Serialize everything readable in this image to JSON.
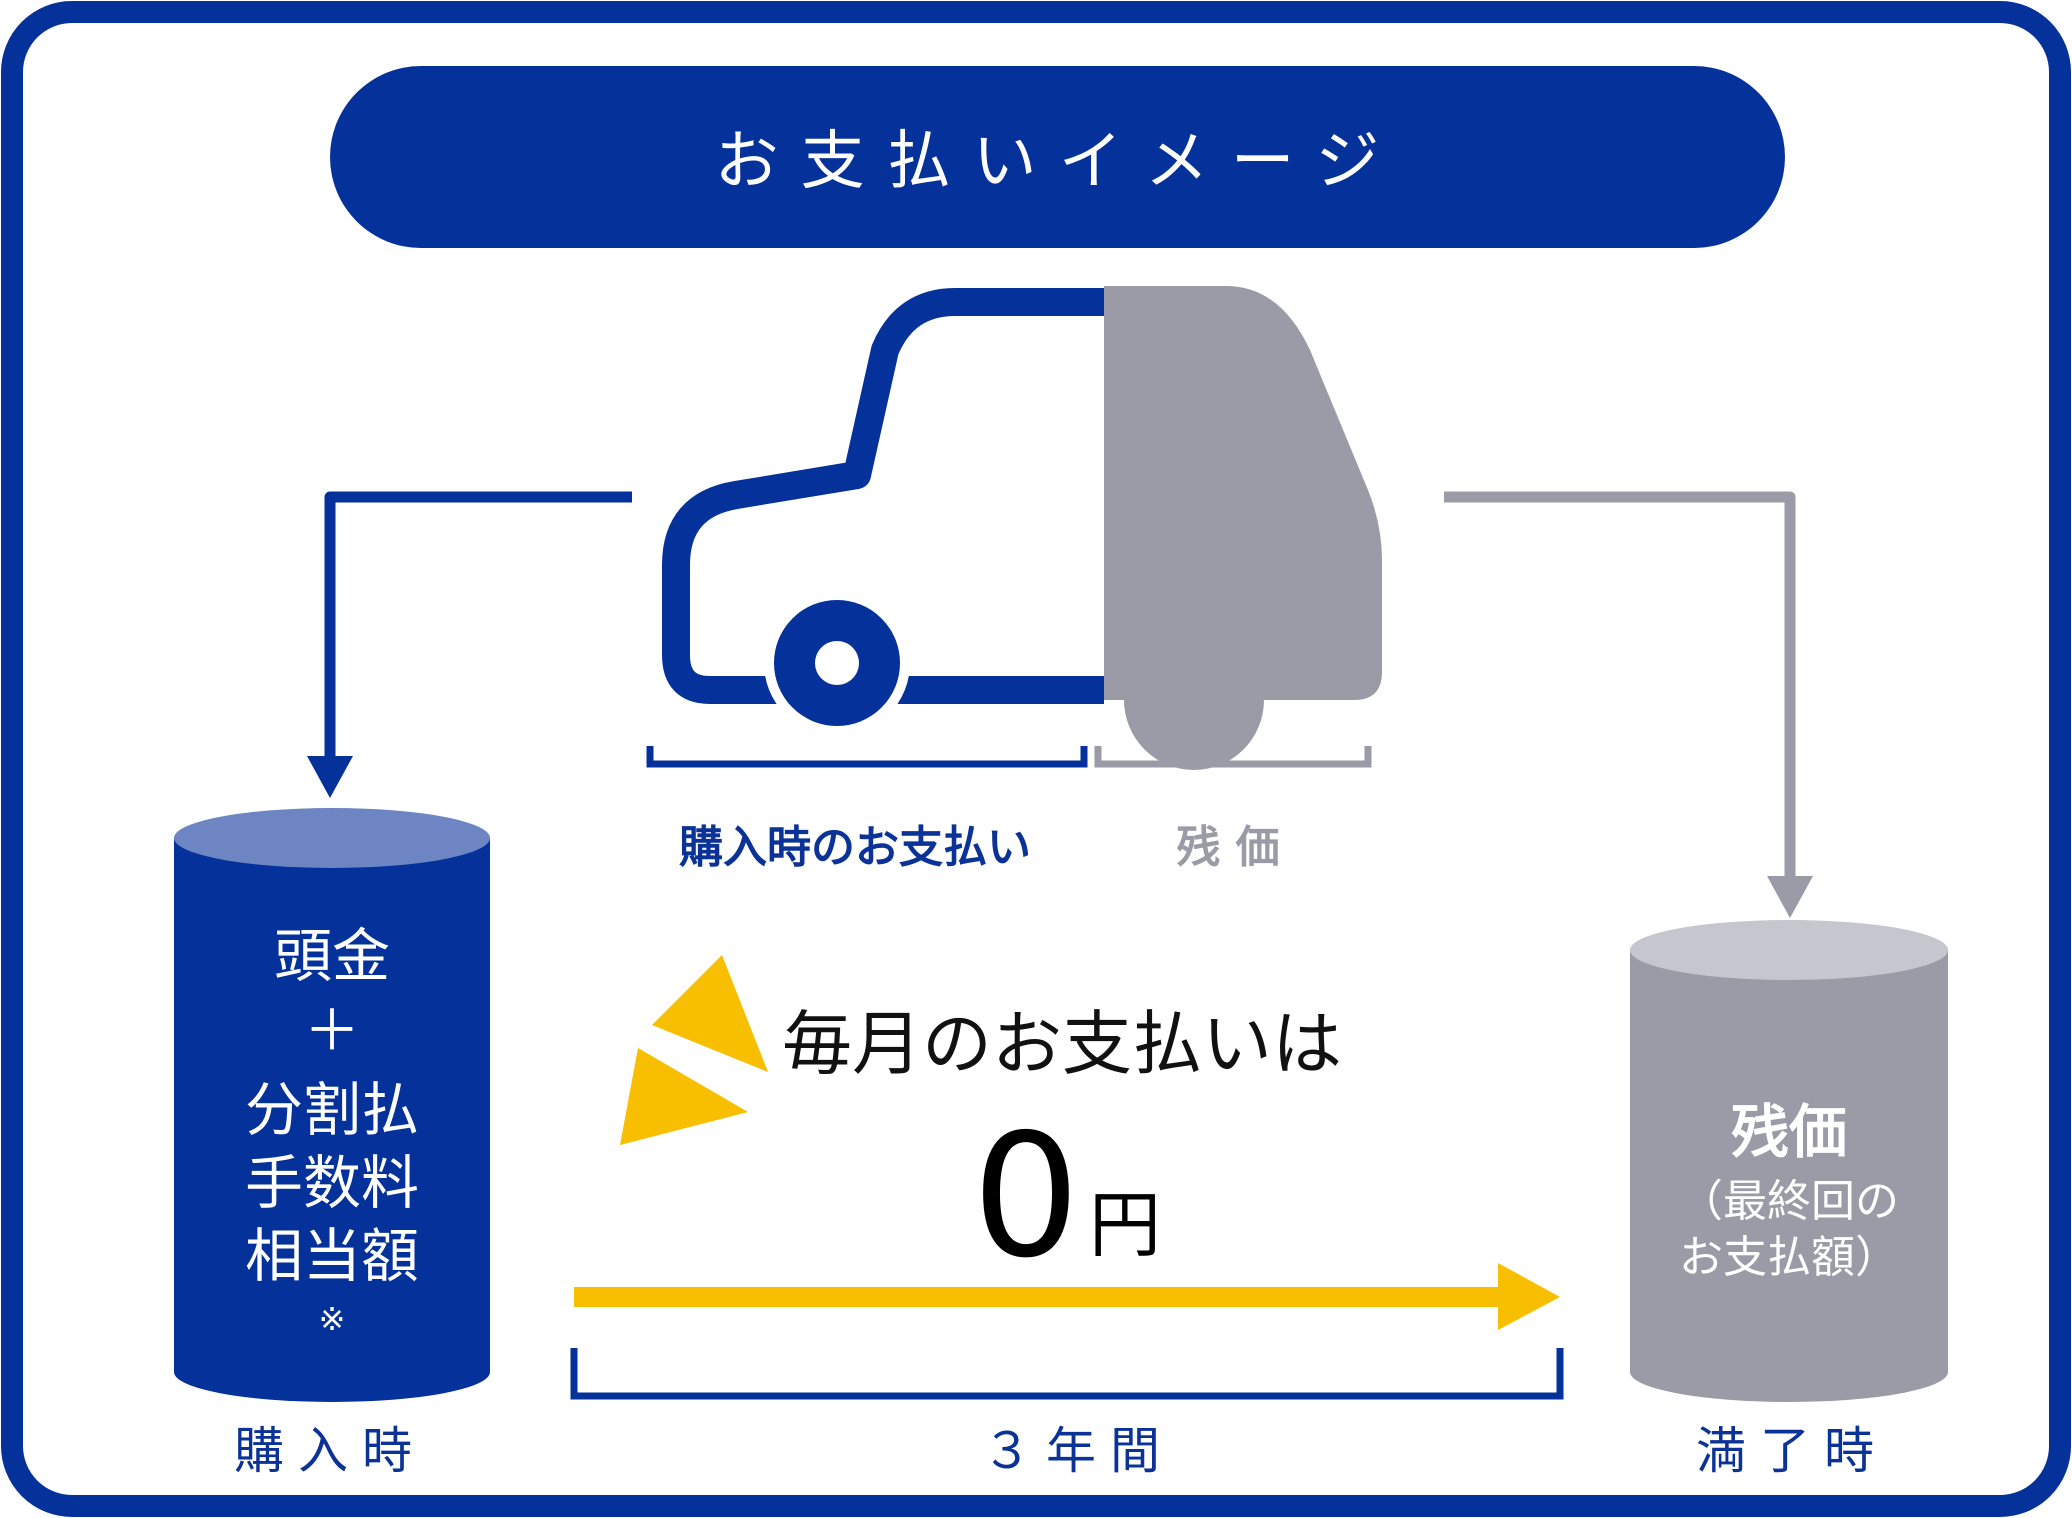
{
  "banner": {
    "title": "お支払いイメージ"
  },
  "car": {
    "purchase_label": "購入時のお支払い",
    "residual_label": "残 価"
  },
  "left_can": {
    "lines": [
      "頭金",
      "＋",
      "分割払",
      "手数料",
      "相当額",
      "※"
    ],
    "caption": "購入時"
  },
  "right_can": {
    "title": "残価",
    "sub_lines": [
      "（最終回の",
      "お支払額）"
    ],
    "caption": "満了時"
  },
  "monthly": {
    "text": "毎月のお支払いは",
    "amount": "0",
    "unit": "円"
  },
  "period": {
    "label": "３年間"
  },
  "colors": {
    "navy": "#05329A",
    "can_top_blue": "#6D86C3",
    "gray": "#9A9BA6",
    "can_top_gray": "#C5C6CE",
    "yellow": "#F8BE00"
  }
}
